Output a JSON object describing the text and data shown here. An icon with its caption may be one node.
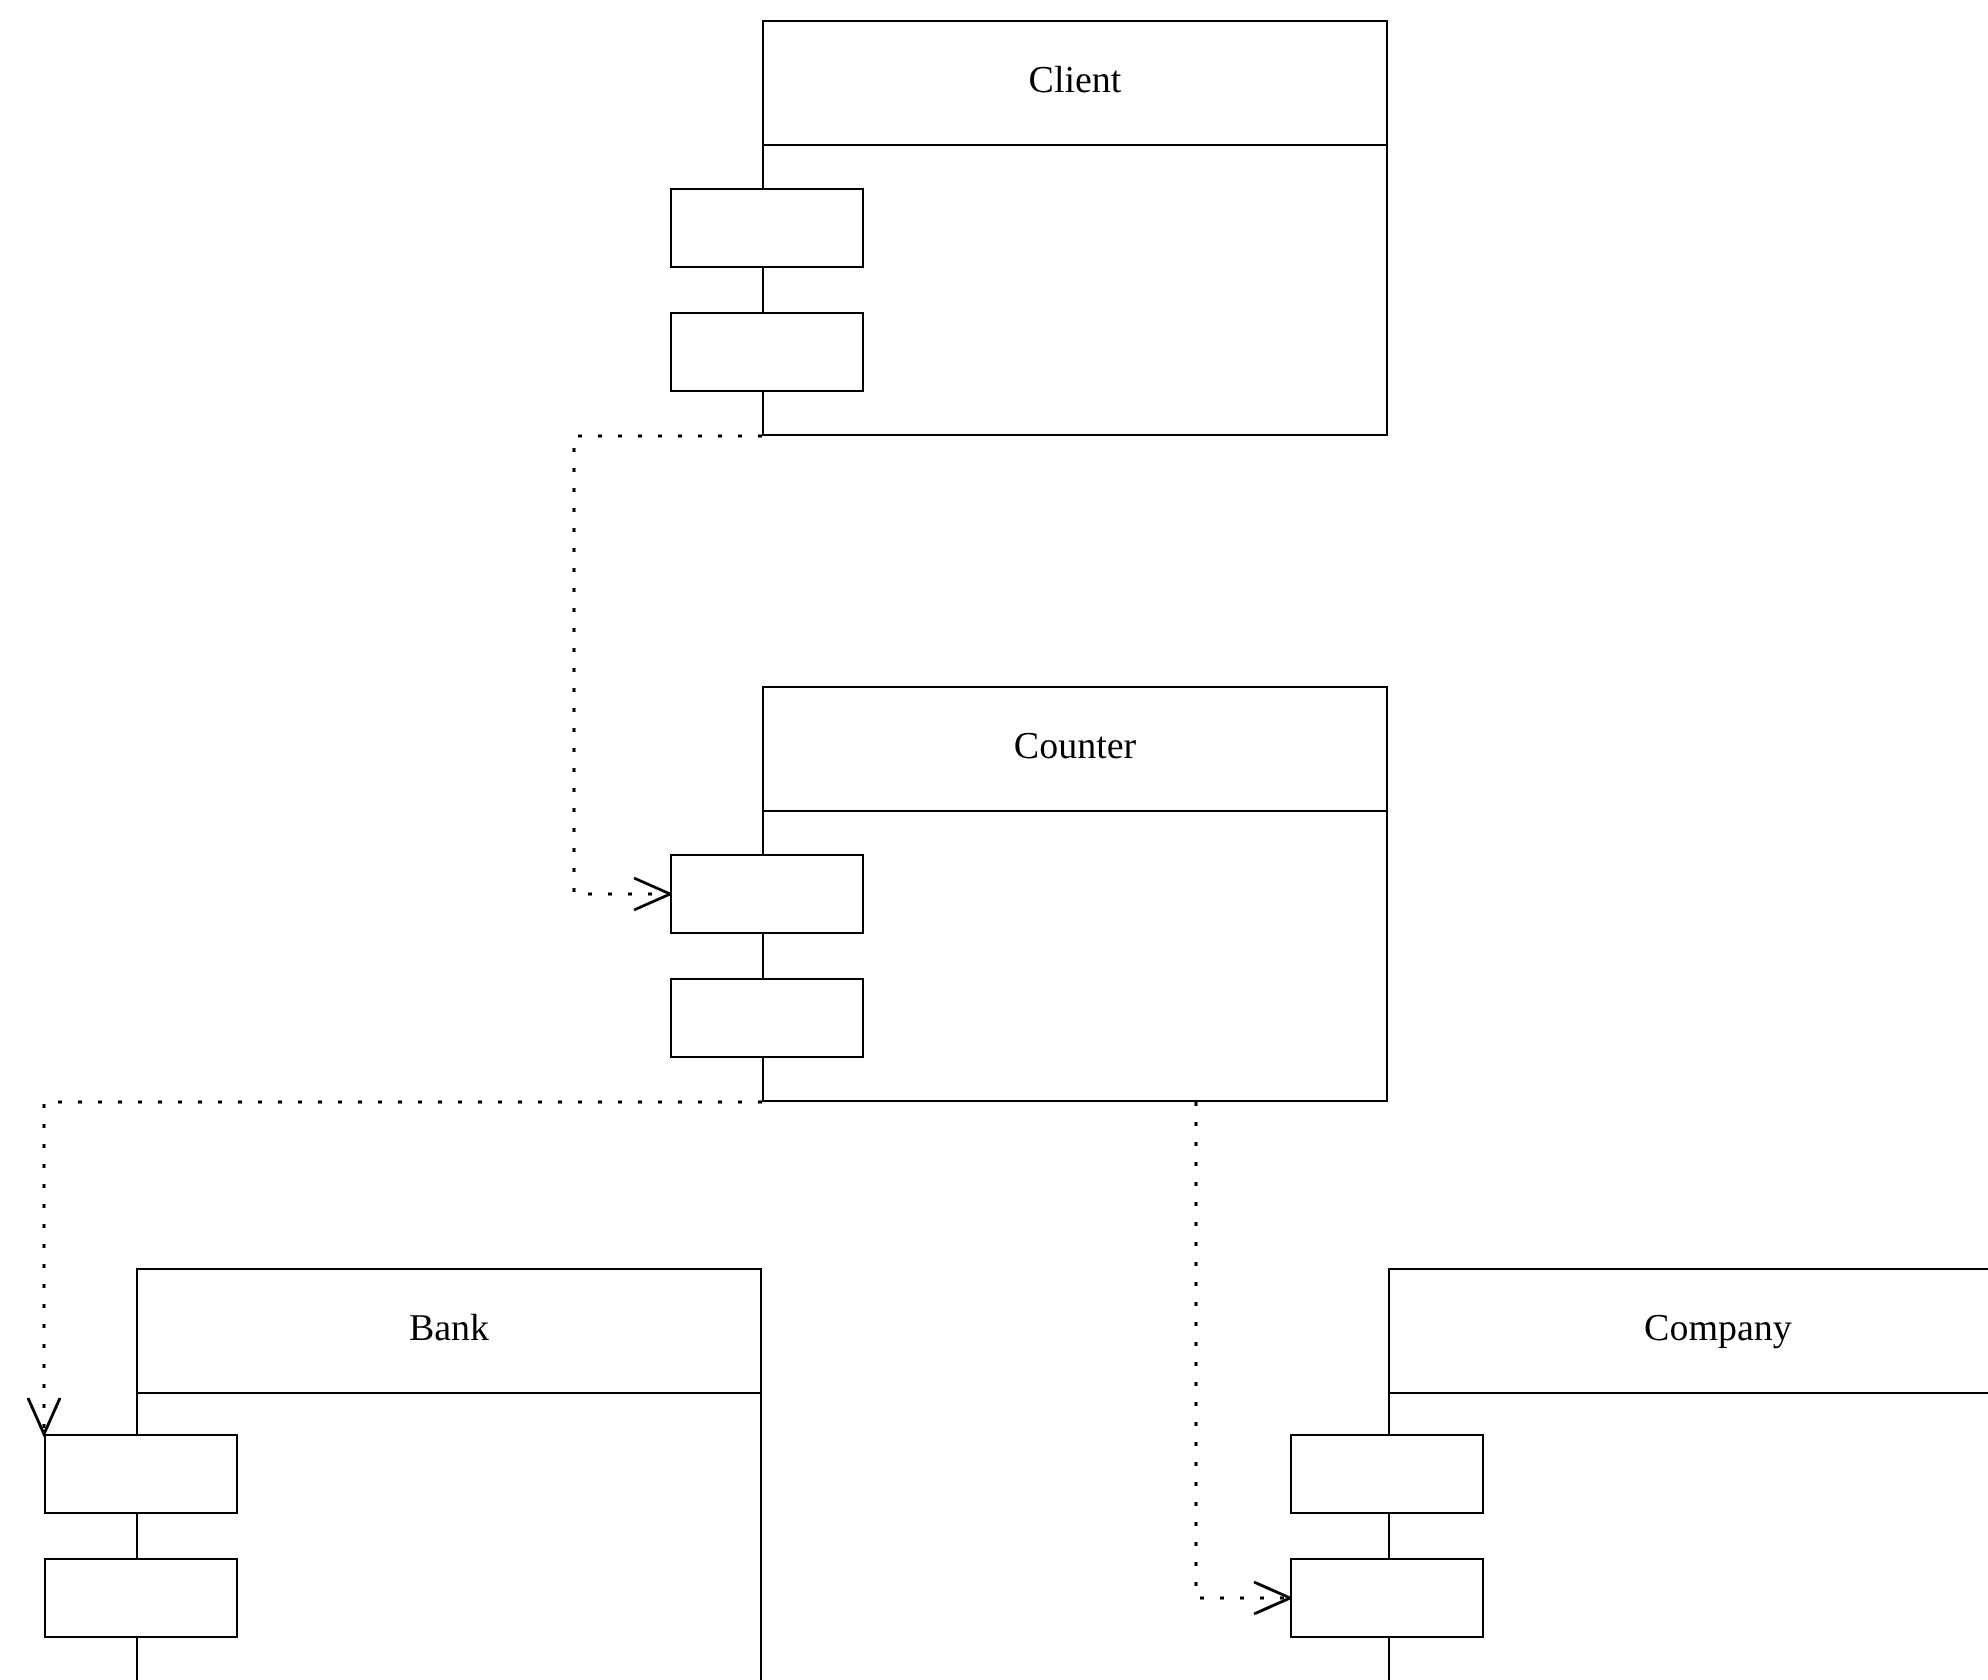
{
  "diagram": {
    "nodes": [
      {
        "text": [
          "Client"
        ]
      },
      {
        "text": [],
        "shape": "box"
      },
      {
        "text": [],
        "shape": "box"
      },
      {
        "text": [
          "Counter"
        ]
      },
      {
        "text": [],
        "shape": "box"
      },
      {
        "text": [],
        "shape": "box"
      },
      {
        "text": [
          "Bank"
        ]
      },
      {
        "text": [],
        "shape": "box"
      },
      {
        "text": [],
        "shape": "box"
      },
      {
        "text": [
          "Company"
        ]
      },
      {
        "text": [],
        "shape": "box"
      },
      {
        "text": [],
        "shape": "box"
      }
    ],
    "edges": [
      {
        "from": 0,
        "to": 4,
        "arrow": "to",
        "style": "dashed"
      },
      {
        "from": 3,
        "to": 7,
        "arrow": "to",
        "style": "dashed"
      },
      {
        "from": 3,
        "to": 11,
        "arrow": "to",
        "style": "dashed"
      }
    ]
  }
}
